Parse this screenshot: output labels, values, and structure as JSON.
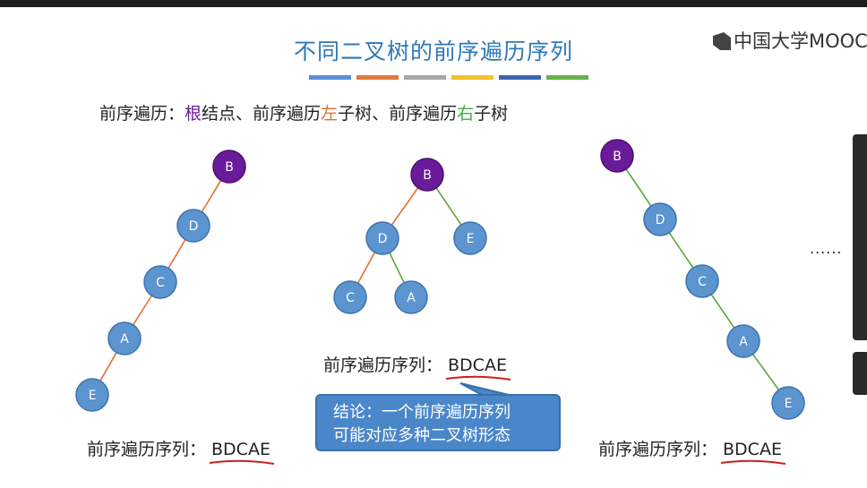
{
  "slide": {
    "title": "不同二叉树的前序遍历序列",
    "color_bar": [
      "#5b8fd4",
      "#e07a3e",
      "#a6a6a6",
      "#f2c12e",
      "#3a66b0",
      "#67b04a"
    ],
    "rule": {
      "prefix": "前序遍历：",
      "root_word": "根",
      "mid1": "结点、前序遍历",
      "left_word": "左",
      "mid2": "子树、前序遍历",
      "right_word": "右",
      "suffix": "子树"
    },
    "logo_text": "中国大学MOOC",
    "ellipsis": "......",
    "sequence_label": "前序遍历序列：",
    "sequences": [
      "BDCAE",
      "BDCAE",
      "BDCAE"
    ],
    "note_lines": [
      "结论：一个前序遍历序列",
      "可能对应多种二叉树形态"
    ]
  },
  "colors": {
    "root_node": "#6a1b9a",
    "node": "#5b94cf",
    "node_border": "#3f73ad",
    "left_edge": "#e07030",
    "right_edge": "#5aaa3e",
    "underline": "#cc1f1f",
    "title": "#2f79b7",
    "note_bg": "#4a87c9"
  },
  "trees": [
    {
      "nodes": [
        "B",
        "D",
        "C",
        "A",
        "E"
      ],
      "edges": [
        [
          "B",
          "D",
          "left"
        ],
        [
          "D",
          "C",
          "left"
        ],
        [
          "C",
          "A",
          "left"
        ],
        [
          "A",
          "E",
          "left"
        ]
      ]
    },
    {
      "nodes": [
        "B",
        "D",
        "E",
        "C",
        "A"
      ],
      "edges": [
        [
          "B",
          "D",
          "left"
        ],
        [
          "B",
          "E",
          "right"
        ],
        [
          "D",
          "C",
          "left"
        ],
        [
          "D",
          "A",
          "right"
        ]
      ]
    },
    {
      "nodes": [
        "B",
        "D",
        "C",
        "A",
        "E"
      ],
      "edges": [
        [
          "B",
          "D",
          "right"
        ],
        [
          "D",
          "C",
          "right"
        ],
        [
          "C",
          "A",
          "right"
        ],
        [
          "A",
          "E",
          "right"
        ]
      ]
    }
  ]
}
